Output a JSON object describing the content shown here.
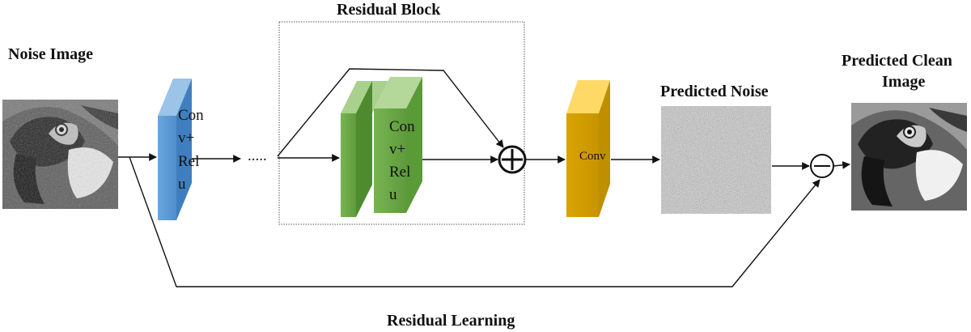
{
  "labels": {
    "noise_image": "Noise Image",
    "residual_block": "Residual Block",
    "predicted_noise": "Predicted Noise",
    "predicted_clean_line1": "Predicted Clean",
    "predicted_clean_line2": "Image",
    "residual_learning": "Residual Learning",
    "ellipsis": "....."
  },
  "blocks": {
    "conv_relu_1": [
      "Con",
      "v+",
      "Rel",
      "u"
    ],
    "conv_relu_2": [
      "Con",
      "v+",
      "Rel",
      "u"
    ],
    "conv": "Conv"
  },
  "operators": {
    "add": "add-circle-icon",
    "subtract": "subtract-circle-icon"
  },
  "colors": {
    "blue_block": "#5b9bd5",
    "green_block": "#70ad47",
    "yellow_block": "#ffc000",
    "line": "#111111"
  }
}
